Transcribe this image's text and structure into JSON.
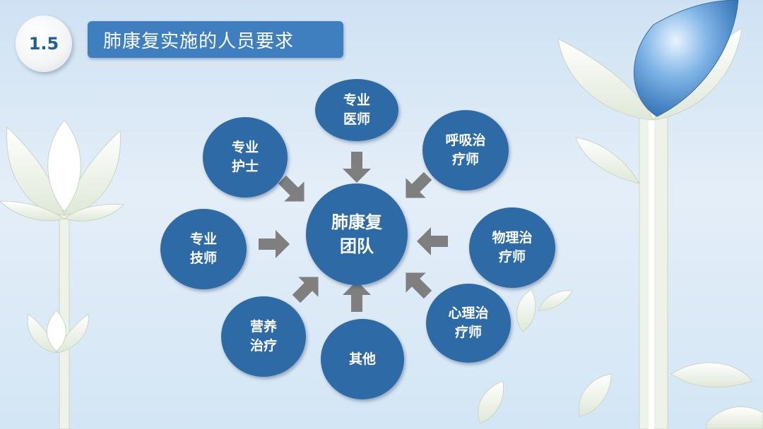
{
  "badge": {
    "number": "1.5"
  },
  "title": "肺康复实施的人员要求",
  "center": {
    "line1": "肺康复",
    "line2": "团队"
  },
  "members": [
    {
      "line1": "专业",
      "line2": "医师"
    },
    {
      "line1": "呼吸治",
      "line2": "疗师"
    },
    {
      "line1": "物理治",
      "line2": "疗师"
    },
    {
      "line1": "心理治",
      "line2": "疗师"
    },
    {
      "line1": "其他",
      "line2": ""
    },
    {
      "line1": "营养",
      "line2": "治疗"
    },
    {
      "line1": "专业",
      "line2": "技师"
    },
    {
      "line1": "专业",
      "line2": "护士"
    }
  ],
  "colors": {
    "node": "#2e6aa5",
    "arrow": "#7f7f7f",
    "title_bar": "#3f7fbf",
    "badge_text": "#1f5f9a"
  }
}
